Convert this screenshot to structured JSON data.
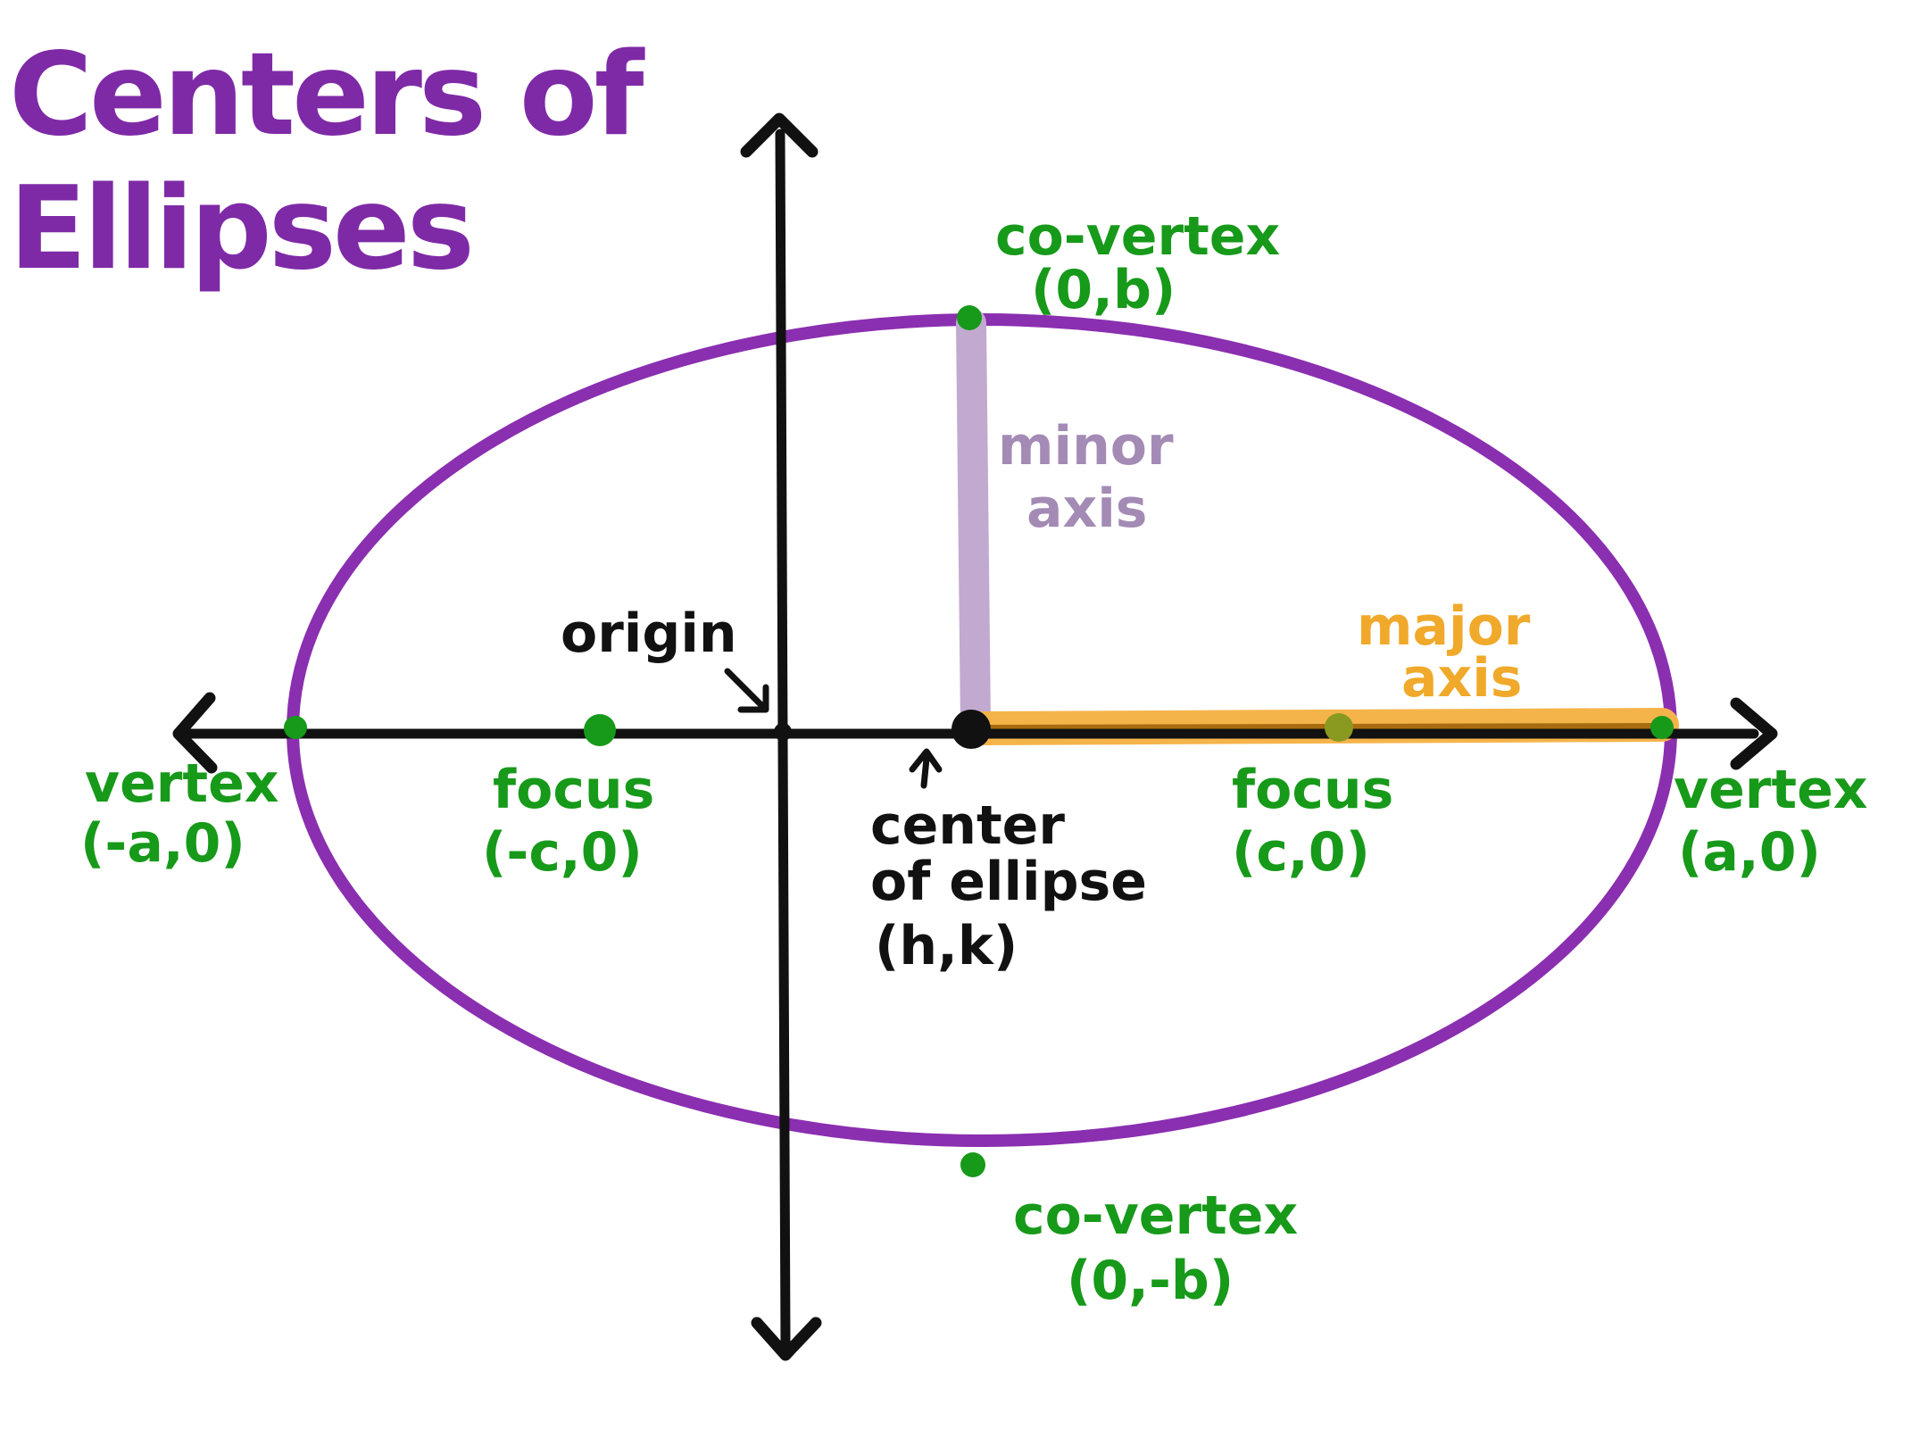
{
  "title": {
    "line1": "Centers of",
    "line2": "Ellipses"
  },
  "colors": {
    "title": "#7e2aa6",
    "ellipse": "#8a2fb0",
    "points": "#17991a",
    "axes": "#111111",
    "minor_axis": "#c2a9cf",
    "major_axis": "#f5b44a",
    "major_axis_core": "#a86c10",
    "origin_label": "#111111"
  },
  "labels": {
    "co_vertex_top": {
      "name": "co-vertex",
      "coord": "(0,b)"
    },
    "co_vertex_bottom": {
      "name": "co-vertex",
      "coord": "(0,-b)"
    },
    "vertex_left": {
      "name": "vertex",
      "coord": "(-a,0)"
    },
    "vertex_right": {
      "name": "vertex",
      "coord": "(a,0)"
    },
    "focus_left": {
      "name": "focus",
      "coord": "(-c,0)"
    },
    "focus_right": {
      "name": "focus",
      "coord": "(c,0)"
    },
    "minor_axis": {
      "line1": "minor",
      "line2": "axis"
    },
    "major_axis": {
      "line1": "major",
      "line2": "axis"
    },
    "origin": "origin",
    "center": {
      "line1": "center",
      "line2": "of ellipse",
      "line3": "(h,k)"
    }
  }
}
